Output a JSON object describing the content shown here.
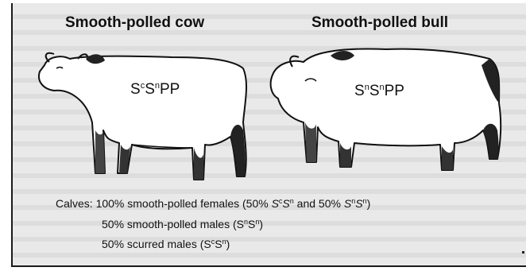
{
  "cow": {
    "title": "Smooth-polled cow",
    "genotype": {
      "a": "S",
      "a_sup": "c",
      "b": "S",
      "b_sup": "n",
      "rest": "PP"
    }
  },
  "bull": {
    "title": "Smooth-polled bull",
    "genotype": {
      "a": "S",
      "a_sup": "n",
      "b": "S",
      "b_sup": "n",
      "rest": "PP"
    }
  },
  "calves": {
    "line1": {
      "text": "Calves: 100% smooth-polled females (50% ",
      "g1a": "S",
      "g1a_sup": "c",
      "g1b": "S",
      "g1b_sup": "n",
      "mid": " and 50% ",
      "g2a": "S",
      "g2a_sup": "n",
      "g2b": "S",
      "g2b_sup": "n",
      "end": ")"
    },
    "line2": {
      "text": "50% smooth-polled males (",
      "ga": "S",
      "ga_sup": "n",
      "gb": "S",
      "gb_sup": "n",
      "end": ")"
    },
    "line3": {
      "text": "50% scurred males (",
      "ga": "S",
      "ga_sup": "c",
      "gb": "S",
      "gb_sup": "n",
      "end": ")"
    }
  }
}
